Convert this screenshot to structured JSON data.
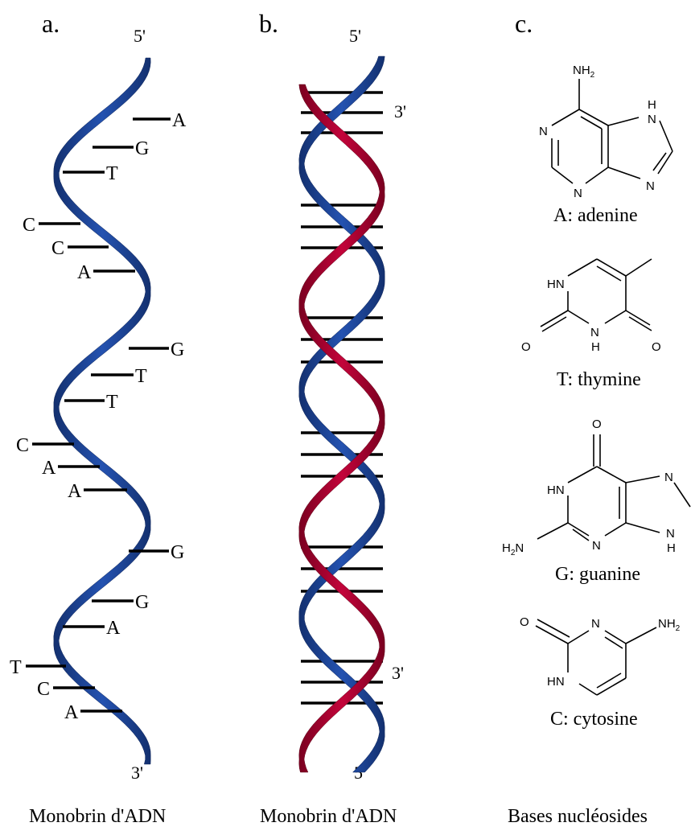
{
  "panels": {
    "a": {
      "label": "a.",
      "top_end": "5'",
      "bottom_end": "3'",
      "caption": "Monobrin d'ADN",
      "bases": [
        "A",
        "G",
        "T",
        "C",
        "C",
        "A",
        "G",
        "T",
        "T",
        "C",
        "A",
        "A",
        "G",
        "G",
        "A",
        "T",
        "C",
        "A"
      ]
    },
    "b": {
      "label": "b.",
      "top_left_end": "5'",
      "top_right_end": "3'",
      "bottom_right_end": "3'",
      "bottom_left_end": "5'",
      "caption": "Monobrin d'ADN"
    },
    "c": {
      "label": "c.",
      "caption": "Bases nucléosides",
      "molecules": [
        {
          "name": "A: adenine",
          "atoms": {
            "nh2": "NH",
            "nh2_sub": "2",
            "n1": "N",
            "n3": "N",
            "n7": "N",
            "n9h": "H",
            "n9": "N"
          }
        },
        {
          "name": "T: thymine",
          "atoms": {
            "hn": "HN",
            "nh": "N",
            "nh_h": "H",
            "o2": "O",
            "o4": "O"
          }
        },
        {
          "name": "G: guanine",
          "atoms": {
            "o": "O",
            "hn": "HN",
            "n3": "N",
            "n7": "N",
            "nh": "N",
            "nh_h": "H",
            "h2n": "H",
            "h2n_sub": "2",
            "h2n_n": "N"
          }
        },
        {
          "name": "C: cytosine",
          "atoms": {
            "o": "O",
            "n3": "N",
            "nh2": "NH",
            "nh2_sub": "2",
            "hn": "HN"
          }
        }
      ]
    }
  },
  "colors": {
    "blue": "#1e46a0",
    "blue_dark": "#13306f",
    "red": "#b5002e",
    "red_dark": "#7a0020"
  }
}
